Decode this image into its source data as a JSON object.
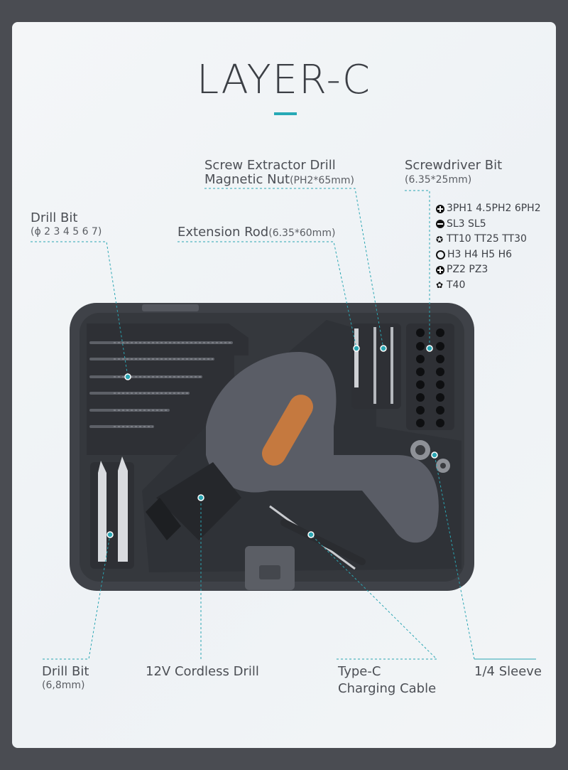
{
  "title": "LAYER-C",
  "colors": {
    "accent": "#27a9b6",
    "case": "#3f4248",
    "drill_body": "#5a5d66",
    "drill_stripe": "#c5793f"
  },
  "labels": {
    "screw_extractor_line1": "Screw Extractor Drill",
    "magnetic_nut": "Magnetic Nut",
    "magnetic_nut_spec": "(PH2*65mm)",
    "screwdriver_bit": "Screwdriver Bit",
    "screwdriver_bit_spec": "(6.35*25mm)",
    "drill_bit_top": "Drill Bit",
    "drill_bit_top_spec": "(ϕ 2 3 4 5 6 7)",
    "extension_rod": "Extension Rod",
    "extension_rod_spec": "(6.35*60mm)",
    "drill_bit_bottom": "Drill Bit",
    "drill_bit_bottom_spec": "(6,8mm)",
    "cordless_drill": "12V Cordless Drill",
    "type_c_line1": "Type-C",
    "type_c_line2": "Charging Cable",
    "sleeve": "1/4 Sleeve"
  },
  "bit_types": [
    {
      "icon": "phillips-icon",
      "text": "3PH1 4.5PH2 6PH2"
    },
    {
      "icon": "slotted-icon",
      "text": "SL3 SL5"
    },
    {
      "icon": "torx-tamper-icon",
      "text": "TT10 TT25 TT30"
    },
    {
      "icon": "hex-icon",
      "text": "H3 H4 H5 H6"
    },
    {
      "icon": "pozidriv-icon",
      "text": "PZ2 PZ3"
    },
    {
      "icon": "torx-icon",
      "text": "T40"
    }
  ]
}
